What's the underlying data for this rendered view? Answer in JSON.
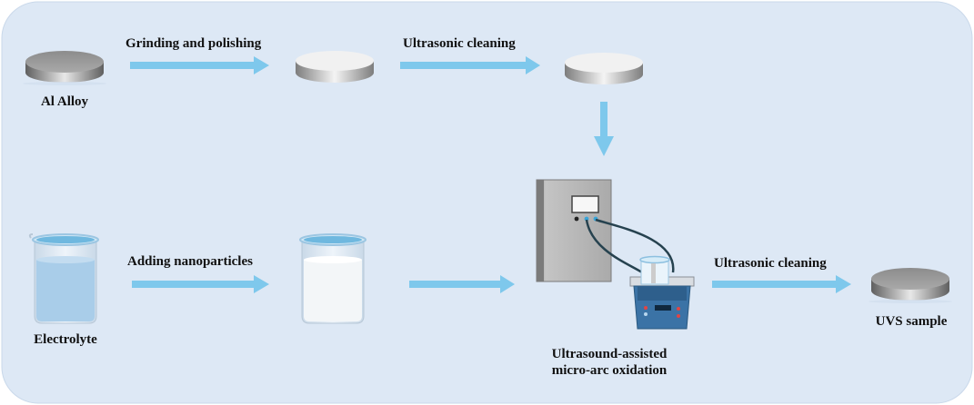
{
  "labels": {
    "al_alloy": "Al Alloy",
    "grinding": "Grinding and polishing",
    "ultrasonic_1": "Ultrasonic cleaning",
    "electrolyte": "Electrolyte",
    "adding_nanoparticles": "Adding nanoparticles",
    "ultrasonic_2": "Ultrasonic cleaning",
    "uvs_sample": "UVS sample",
    "uamao_line1": "Ultrasound-assisted",
    "uamao_line2": "micro-arc oxidation"
  },
  "colors": {
    "background": "#dde8f5",
    "arrow": "#7ec8ec",
    "disk_dark": "#9a9a9a",
    "disk_light": "#f2f2f2",
    "liquid": "#a9cde9",
    "cabinet": "#a8a8a8",
    "bath": "#3b73a6"
  }
}
